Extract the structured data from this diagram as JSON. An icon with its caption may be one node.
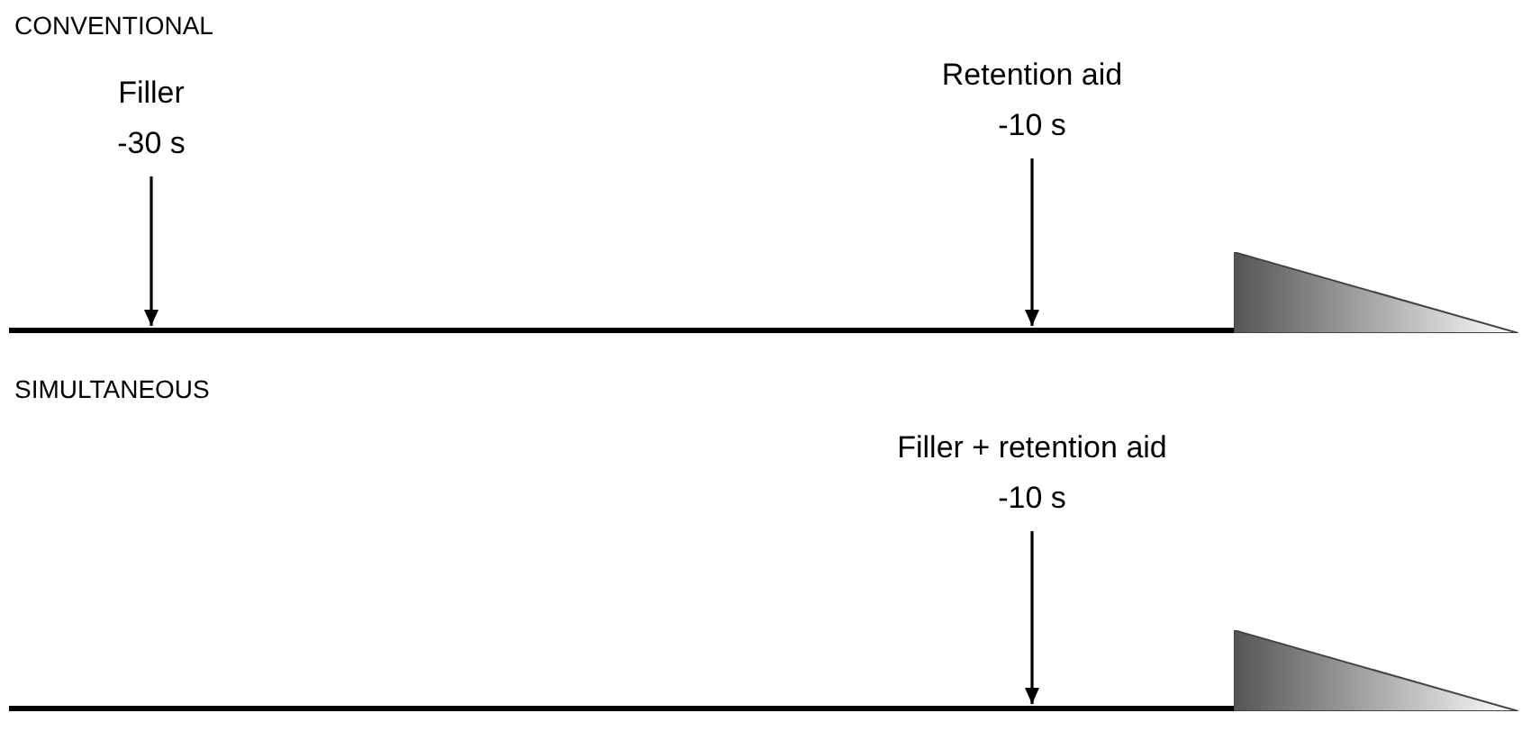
{
  "diagram": {
    "nodes": [
      {
        "text": [
          "Filler",
          "-30 s"
        ]
      },
      {
        "text": [
          "Retention aid",
          "-10 s"
        ]
      },
      {
        "text": [],
        "shape": "bar"
      },
      {
        "text": [],
        "shape": "triangle"
      },
      {
        "text": [
          "Filler + retention aid",
          "-10 s"
        ]
      },
      {
        "text": [],
        "shape": "bar"
      },
      {
        "text": [],
        "shape": "triangle"
      }
    ],
    "edges": [
      {
        "from": 0,
        "to": 2,
        "arrow": "to"
      },
      {
        "from": 1,
        "to": 2,
        "arrow": "to"
      },
      {
        "from": 4,
        "to": 5,
        "arrow": "to"
      }
    ],
    "labels": [
      "CONVENTIONAL",
      "SIMULTANEOUS"
    ]
  }
}
